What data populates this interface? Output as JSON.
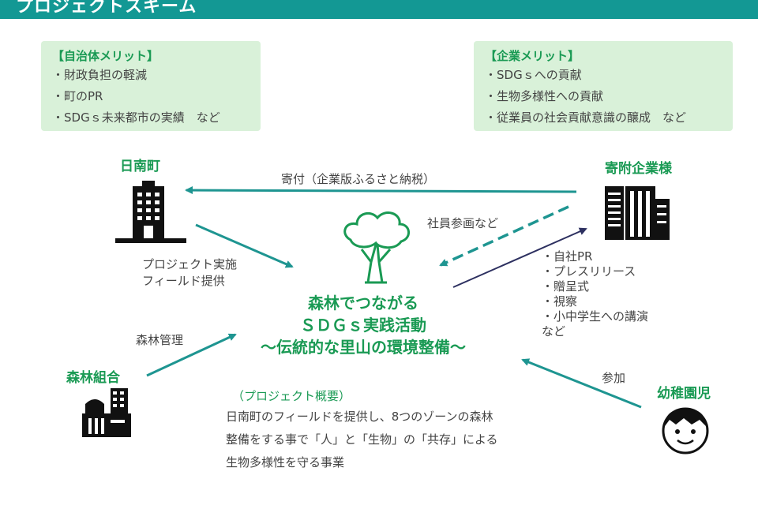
{
  "header": {
    "title": "プロジェクトスキーム"
  },
  "municipality_merit": {
    "title": "【自治体メリット】",
    "items": [
      "・財政負担の軽減",
      "・町のPR",
      "・SDGｓ未来都市の実績　など"
    ]
  },
  "company_merit": {
    "title": "【企業メリット】",
    "items": [
      "・SDGｓへの貢献",
      "・生物多様性への貢献",
      "・従業員の社会貢献意識の醸成　など"
    ]
  },
  "actors": {
    "town": "日南町",
    "company": "寄附企業様",
    "forest_union": "森林組合",
    "kindergarten": "幼稚園児"
  },
  "flows": {
    "donation": "寄付（企業版ふるさと納税）",
    "employee": "社員参画など",
    "town_role_1": "プロジェクト実施",
    "town_role_2": "フィールド提供",
    "forest_mgmt": "森林管理",
    "participation": "参加"
  },
  "center": {
    "line1": "森林でつながる",
    "line2": "ＳＤＧｓ実践活動",
    "line3": "～伝統的な里山の環境整備～"
  },
  "company_benefits": [
    "・自社PR",
    "・プレスリリース",
    "・贈呈式",
    "・視察",
    "・小中学生への講演",
    "など"
  ],
  "overview": {
    "heading": "（プロジェクト概要）",
    "lines": [
      "日南町のフィールドを提供し、8つのゾーンの森林",
      "整備をする事で「人」と「生物」の「共存」による",
      "生物多様性を守る事業"
    ]
  },
  "colors": {
    "header": "#139894",
    "accent_green": "#1a9a54",
    "arrow_teal": "#1e9591",
    "arrow_navy": "#2d3060",
    "box_bg": "#d9f1d9"
  }
}
